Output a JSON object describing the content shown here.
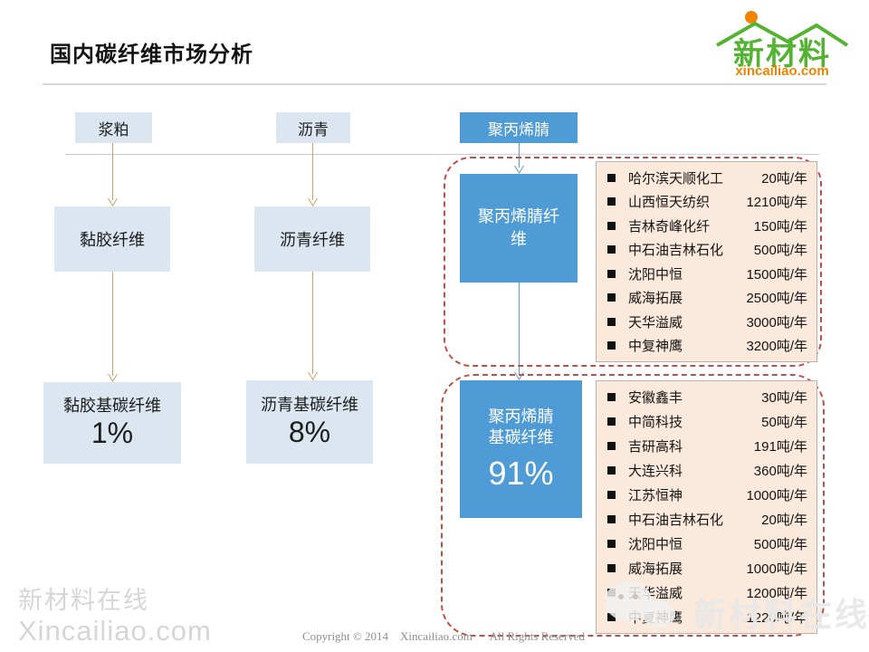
{
  "title": "国内碳纤维市场分析",
  "logo": {
    "brand": "新材料",
    "domain": "xincailiao.com"
  },
  "flow": {
    "sources": {
      "pulp": "浆粕",
      "pitch": "沥青",
      "pan": "聚丙烯腈"
    },
    "fibers": {
      "viscose": "黏胶纤维",
      "pitch": "沥青纤维",
      "pan": "聚丙烯腈纤维"
    },
    "results": {
      "viscose": {
        "label": "黏胶基碳纤维",
        "pct": "1%"
      },
      "pitch": {
        "label": "沥青基碳纤维",
        "pct": "8%"
      },
      "pan": {
        "label_line1": "聚丙烯腈",
        "label_line2": "基碳纤维",
        "pct": "91%"
      }
    }
  },
  "pan_fiber_producers": [
    {
      "name": "哈尔滨天顺化工",
      "capacity": "20吨/年"
    },
    {
      "name": "山西恒天纺织",
      "capacity": "1210吨/年"
    },
    {
      "name": "吉林奇峰化纤",
      "capacity": "150吨/年"
    },
    {
      "name": "中石油吉林石化",
      "capacity": "500吨/年"
    },
    {
      "name": "沈阳中恒",
      "capacity": "1500吨/年"
    },
    {
      "name": "威海拓展",
      "capacity": "2500吨/年"
    },
    {
      "name": "天华溢威",
      "capacity": "3000吨/年"
    },
    {
      "name": "中复神鹰",
      "capacity": "3200吨/年"
    }
  ],
  "pan_carbon_producers": [
    {
      "name": "安徽鑫丰",
      "capacity": "30吨/年"
    },
    {
      "name": "中简科技",
      "capacity": "50吨/年"
    },
    {
      "name": "吉研高科",
      "capacity": "191吨/年"
    },
    {
      "name": "大连兴科",
      "capacity": "360吨/年"
    },
    {
      "name": "江苏恒神",
      "capacity": "1000吨/年"
    },
    {
      "name": "中石油吉林石化",
      "capacity": "20吨/年"
    },
    {
      "name": "沈阳中恒",
      "capacity": "500吨/年"
    },
    {
      "name": "威海拓展",
      "capacity": "1000吨/年"
    },
    {
      "name": "天华溢威",
      "capacity": "1200吨/年"
    },
    {
      "name": "中复神鹰",
      "capacity": "1220吨/年"
    }
  ],
  "watermarks": {
    "bottom_left_line1": "新材料在线",
    "bottom_left_line2": "Xincailiao.com",
    "overlay_text": "新材料在线"
  },
  "footer": {
    "copyright": "Copyright © 2014    Xincailiao.com      All Rights Reserved"
  },
  "colors": {
    "accent_blue": "#4f9bd6",
    "light_box": "#dce6f1",
    "list_background": "#fbe9dc",
    "dashed_outline_red": "#c0504d",
    "arrow_tan": "#c9a36b",
    "logo_green": "#54b332",
    "logo_orange": "#f08300"
  }
}
